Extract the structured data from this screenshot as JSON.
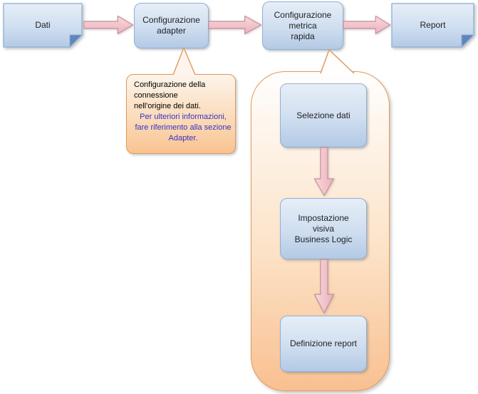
{
  "diagram": {
    "nodes": {
      "dati": "Dati",
      "adapter": "Configurazione\nadapter",
      "metrica": "Configurazione\nmetrica\nrapida",
      "report": "Report",
      "selezione": "Selezione dati",
      "impostazione": "Impostazione\nvisiva\nBusiness Logic",
      "definizione": "Definizione report"
    },
    "callout": {
      "note": "Configurazione della\nconnessione\nnell'origine dei dati.",
      "link": "Per ulteriori informazioni,\nfare riferimento alla sezione\nAdapter."
    }
  },
  "colors": {
    "text_color": "#1f1f1f",
    "box_border": "#8fb0d4",
    "box_fill_top": "#e6eef8",
    "box_fill_bottom": "#b3c9e5",
    "note_fold": "#5e86bc",
    "arrow_border": "#c98f99",
    "arrow_fill_light": "#f8dade",
    "arrow_fill_dark": "#eab0ba",
    "panel_border": "#e0995b",
    "panel_fill_top": "#fffefd",
    "panel_fill_bottom": "#f9c091",
    "callout_fill_top": "#fdf4ec",
    "callout_fill_bottom": "#f9c392",
    "link_color": "#3333cc"
  }
}
